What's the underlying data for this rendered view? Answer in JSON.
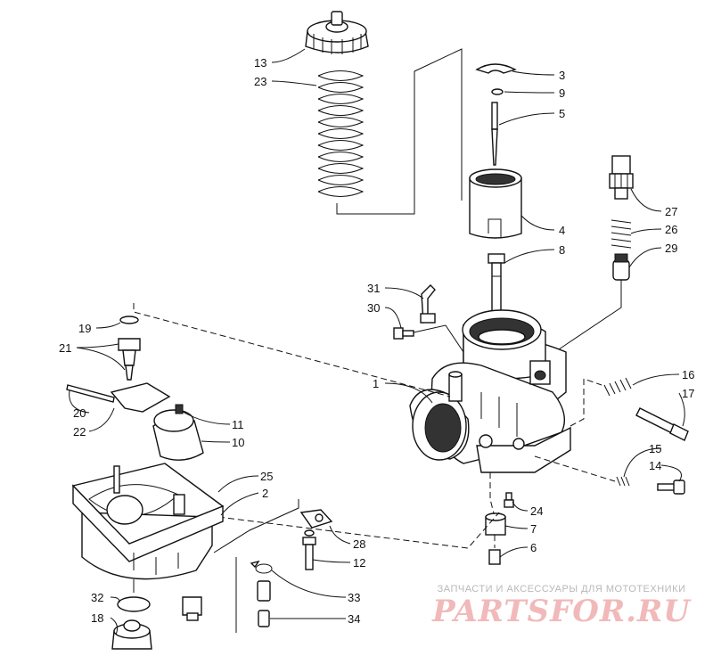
{
  "diagram": {
    "callouts": [
      {
        "id": "13",
        "label": "13"
      },
      {
        "id": "23",
        "label": "23"
      },
      {
        "id": "3",
        "label": "3"
      },
      {
        "id": "9",
        "label": "9"
      },
      {
        "id": "5",
        "label": "5"
      },
      {
        "id": "27",
        "label": "27"
      },
      {
        "id": "26",
        "label": "26"
      },
      {
        "id": "29",
        "label": "29"
      },
      {
        "id": "4",
        "label": "4"
      },
      {
        "id": "8",
        "label": "8"
      },
      {
        "id": "31",
        "label": "31"
      },
      {
        "id": "30",
        "label": "30"
      },
      {
        "id": "19",
        "label": "19"
      },
      {
        "id": "21",
        "label": "21"
      },
      {
        "id": "20",
        "label": "20"
      },
      {
        "id": "22",
        "label": "22"
      },
      {
        "id": "11",
        "label": "11"
      },
      {
        "id": "10",
        "label": "10"
      },
      {
        "id": "1",
        "label": "1"
      },
      {
        "id": "16",
        "label": "16"
      },
      {
        "id": "17",
        "label": "17"
      },
      {
        "id": "15",
        "label": "15"
      },
      {
        "id": "14",
        "label": "14"
      },
      {
        "id": "25",
        "label": "25"
      },
      {
        "id": "2",
        "label": "2"
      },
      {
        "id": "24",
        "label": "24"
      },
      {
        "id": "7",
        "label": "7"
      },
      {
        "id": "6",
        "label": "6"
      },
      {
        "id": "28",
        "label": "28"
      },
      {
        "id": "12",
        "label": "12"
      },
      {
        "id": "32",
        "label": "32"
      },
      {
        "id": "33",
        "label": "33"
      },
      {
        "id": "18",
        "label": "18"
      },
      {
        "id": "34",
        "label": "34"
      }
    ]
  },
  "watermark": {
    "tagline": "ЗАПЧАСТИ И АКСЕССУАРЫ ДЛЯ МОТОТЕХНИКИ",
    "brand": "PARTSFOR.RU"
  }
}
